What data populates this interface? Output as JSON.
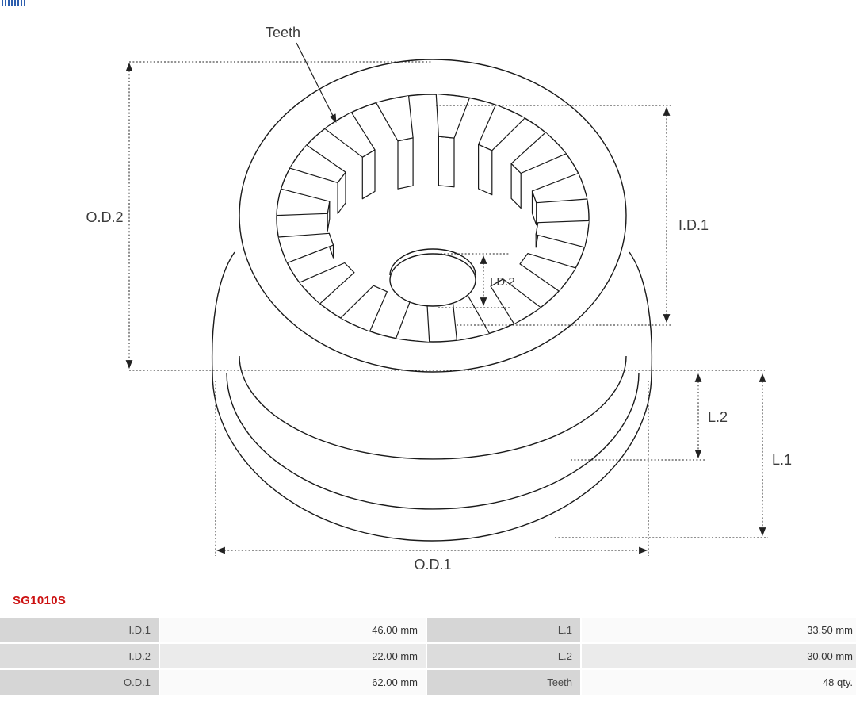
{
  "part_number": "SG1010S",
  "diagram": {
    "labels": {
      "teeth": "Teeth",
      "od2": "O.D.2",
      "id1": "I.D.1",
      "id2": "I.D.2",
      "l2": "L.2",
      "l1": "L.1",
      "od1": "O.D.1"
    }
  },
  "specs": {
    "rows": [
      {
        "label1": "I.D.1",
        "value1": "46.00 mm",
        "label2": "L.1",
        "value2": "33.50 mm"
      },
      {
        "label1": "I.D.2",
        "value1": "22.00 mm",
        "label2": "L.2",
        "value2": "30.00 mm"
      },
      {
        "label1": "O.D.1",
        "value1": "62.00 mm",
        "label2": "Teeth",
        "value2": "48 qty."
      }
    ]
  },
  "colors": {
    "part_number": "#cc1111",
    "drawing_line": "#1a1a1a",
    "table_label_bg": "#d6d6d6",
    "table_value_bg": "#fafafa"
  }
}
